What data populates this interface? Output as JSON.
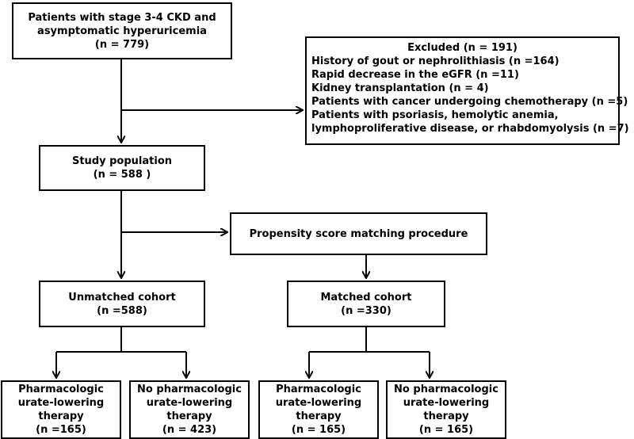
{
  "patients": {
    "line1": "Patients with stage 3-4 CKD and",
    "line2": "asymptomatic hyperuricemia",
    "line3": "(n = 779)"
  },
  "excluded": {
    "title": "Excluded (n = 191)",
    "items": [
      "History of gout or nephrolithiasis (n =164)",
      "Rapid decrease in the eGFR (n =11)",
      "Kidney transplantation (n = 4)",
      "Patients with cancer undergoing chemotherapy (n =5)",
      "Patients with psoriasis, hemolytic anemia,",
      "lymphoproliferative disease, or rhabdomyolysis (n =7)"
    ]
  },
  "study": {
    "line1": "Study population",
    "line2": "(n = 588 )"
  },
  "psm": {
    "label": "Propensity score matching procedure"
  },
  "unmatched": {
    "line1": "Unmatched cohort",
    "line2": "(n =588)"
  },
  "matched": {
    "line1": "Matched cohort",
    "line2": "(n =330)"
  },
  "leaves": [
    {
      "l1": "Pharmacologic",
      "l2": "urate-lowering",
      "l3": "therapy",
      "l4": "(n =165)"
    },
    {
      "l1": "No pharmacologic",
      "l2": "urate-lowering",
      "l3": "therapy",
      "l4": "(n = 423)"
    },
    {
      "l1": "Pharmacologic",
      "l2": "urate-lowering",
      "l3": "therapy",
      "l4": "(n = 165)"
    },
    {
      "l1": "No pharmacologic",
      "l2": "urate-lowering",
      "l3": "therapy",
      "l4": "(n = 165)"
    }
  ]
}
